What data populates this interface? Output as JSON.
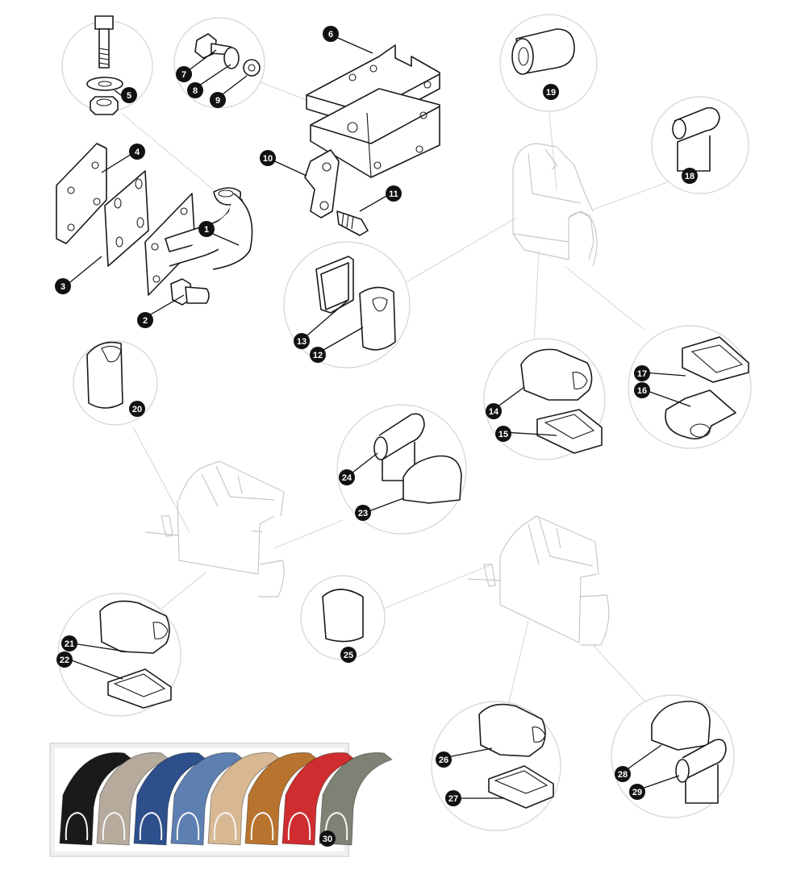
{
  "callouts": [
    {
      "id": "1",
      "label": "1"
    },
    {
      "id": "2",
      "label": "2"
    },
    {
      "id": "3",
      "label": "3"
    },
    {
      "id": "4",
      "label": "4"
    },
    {
      "id": "5",
      "label": "5"
    },
    {
      "id": "6",
      "label": "6"
    },
    {
      "id": "7",
      "label": "7"
    },
    {
      "id": "8",
      "label": "8"
    },
    {
      "id": "9",
      "label": "9"
    },
    {
      "id": "10",
      "label": "10"
    },
    {
      "id": "11",
      "label": "11"
    },
    {
      "id": "12",
      "label": "12"
    },
    {
      "id": "13",
      "label": "13"
    },
    {
      "id": "14",
      "label": "14"
    },
    {
      "id": "15",
      "label": "15"
    },
    {
      "id": "16",
      "label": "16"
    },
    {
      "id": "17",
      "label": "17"
    },
    {
      "id": "18",
      "label": "18"
    },
    {
      "id": "19",
      "label": "19"
    },
    {
      "id": "20",
      "label": "20"
    },
    {
      "id": "21",
      "label": "21"
    },
    {
      "id": "22",
      "label": "22"
    },
    {
      "id": "23",
      "label": "23"
    },
    {
      "id": "24",
      "label": "24"
    },
    {
      "id": "25",
      "label": "25"
    },
    {
      "id": "26",
      "label": "26"
    },
    {
      "id": "27",
      "label": "27"
    },
    {
      "id": "28",
      "label": "28"
    },
    {
      "id": "29",
      "label": "29"
    },
    {
      "id": "30",
      "label": "30"
    }
  ],
  "trim_colors": [
    "#1a1a1a",
    "#b5aa9c",
    "#2d4f8c",
    "#5d7fb2",
    "#d8b893",
    "#b8742f",
    "#cf2d2f",
    "#7d8275"
  ],
  "colors": {
    "callout_fill": "#111111",
    "panel_border": "#d9d9d9",
    "circle_stroke": "#d4d4d4"
  }
}
